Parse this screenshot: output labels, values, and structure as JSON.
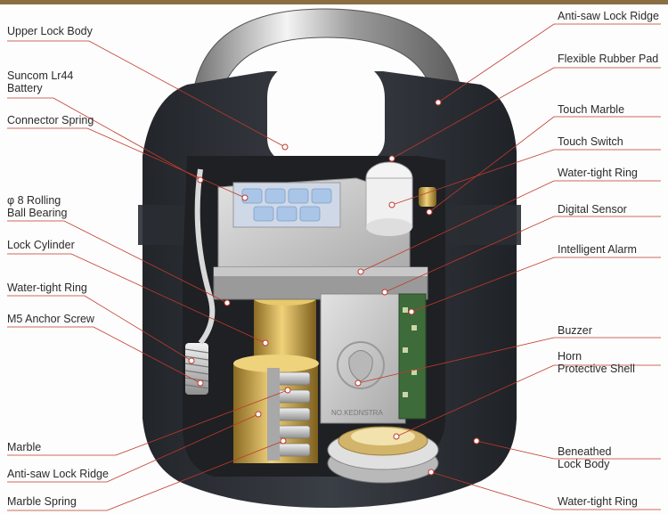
{
  "labels_left": [
    {
      "id": "upper-lock-body",
      "text": "Upper Lock Body"
    },
    {
      "id": "suncom-battery",
      "text": "Suncom Lr44\nBattery"
    },
    {
      "id": "connector-spring",
      "text": "Connector Spring"
    },
    {
      "id": "rolling-ball-bearing",
      "text": "φ 8 Rolling\nBall Bearing"
    },
    {
      "id": "lock-cylinder",
      "text": "Lock Cylinder"
    },
    {
      "id": "water-tight-ring-left",
      "text": "Water-tight Ring"
    },
    {
      "id": "m5-anchor-screw",
      "text": "M5 Anchor Screw"
    },
    {
      "id": "marble-left",
      "text": "Marble"
    },
    {
      "id": "anti-saw-lock-ridge-left",
      "text": "Anti-saw Lock Ridge"
    },
    {
      "id": "marble-spring",
      "text": "Marble Spring"
    }
  ],
  "labels_right": [
    {
      "id": "anti-saw-lock-ridge-right",
      "text": "Anti-saw Lock Ridge"
    },
    {
      "id": "flexible-rubber-pad",
      "text": "Flexible Rubber Pad"
    },
    {
      "id": "touch-marble",
      "text": "Touch Marble"
    },
    {
      "id": "touch-switch",
      "text": "Touch Switch"
    },
    {
      "id": "water-tight-ring-right-top",
      "text": "Water-tight Ring"
    },
    {
      "id": "digital-sensor",
      "text": "Digital Sensor"
    },
    {
      "id": "intelligent-alarm",
      "text": "Intelligent Alarm"
    },
    {
      "id": "buzzer",
      "text": "Buzzer"
    },
    {
      "id": "horn-protective-shell",
      "text": "Horn\nProtective Shell"
    },
    {
      "id": "beneathed-lock-body",
      "text": "Beneathed\nLock Body"
    },
    {
      "id": "water-tight-ring-right-bottom",
      "text": "Water-tight Ring"
    }
  ],
  "engraving_text": "NO.KEDNSTRA",
  "colors": {
    "leader_line": "#c0392b",
    "body_dark": "#2f3238",
    "body_mid": "#444850",
    "metal_light": "#cfcfcf",
    "brass": "#c9a448",
    "accent_bar": "#8a6e44"
  }
}
